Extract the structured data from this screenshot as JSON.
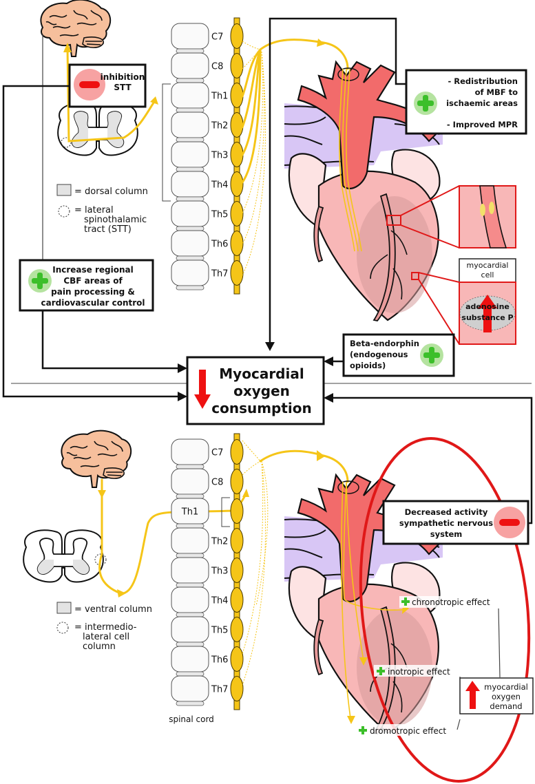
{
  "figure": {
    "top_panel": {
      "vertebra_labels": [
        "C7",
        "C8",
        "Th1",
        "Th2",
        "Th3",
        "Th4",
        "Th5",
        "Th6",
        "Th7"
      ],
      "legend": {
        "dorsal_column": "= dorsal column",
        "stt_line1": "= lateral",
        "stt_line2": "spinothalamic",
        "stt_line3": "tract (STT)"
      },
      "inhibition_box": {
        "line1": "inhibition",
        "line2": "STT",
        "sign": "minus"
      },
      "cbf_box": {
        "line1": "Increase regional",
        "line2": "CBF areas of",
        "line3": "pain processing &",
        "line4": "cardiovascular control",
        "sign": "plus"
      },
      "redistribution_box": {
        "line1": "- Redistribution",
        "line2": "of MBF to",
        "line3": "ischaemic areas",
        "line4": "- Improved MPR",
        "sign": "plus"
      },
      "myocardial_cell": {
        "title_line1": "myocardial",
        "title_line2": "cell",
        "content_line1": "adenosine",
        "content_line2": "substance P",
        "trend": "up"
      },
      "beta_endorphin_box": {
        "line1": "Beta-endorphin",
        "line2": "(endogenous",
        "line3": "opioids)",
        "sign": "plus"
      }
    },
    "center_box": {
      "line1": "Myocardial",
      "line2": "oxygen",
      "line3": "consumption",
      "trend": "down"
    },
    "bottom_panel": {
      "vertebra_labels": [
        "C7",
        "C8",
        "Th1",
        "Th2",
        "Th3",
        "Th4",
        "Th5",
        "Th6",
        "Th7"
      ],
      "spinal_cord_label": "spinal cord",
      "legend": {
        "ventral_column": "= ventral column",
        "ilcc_line1": "= intermedio-",
        "ilcc_line2": "lateral cell",
        "ilcc_line3": "column"
      },
      "sympathetic_box": {
        "line1": "Decreased activity",
        "line2": "sympathetic nervous",
        "line3": "system",
        "sign": "minus"
      },
      "effects": [
        {
          "label": "chronotropic effect",
          "sign": "plus"
        },
        {
          "label": "inotropic effect",
          "sign": "plus"
        },
        {
          "label": "dromotropic effect",
          "sign": "plus"
        }
      ],
      "demand_box": {
        "line1": "myocardial",
        "line2": "oxygen",
        "line3": "demand",
        "trend": "up"
      }
    },
    "colors": {
      "nerve": "#f5c518",
      "plus_green": "#3cbf2a",
      "plus_bg": "#b5e3a0",
      "minus_red": "#ee1111",
      "minus_bg": "#f7a2a2",
      "artery": "#f26b6b",
      "vein": "#d8c6f5",
      "highlight_ellipse": "#e01818"
    }
  }
}
